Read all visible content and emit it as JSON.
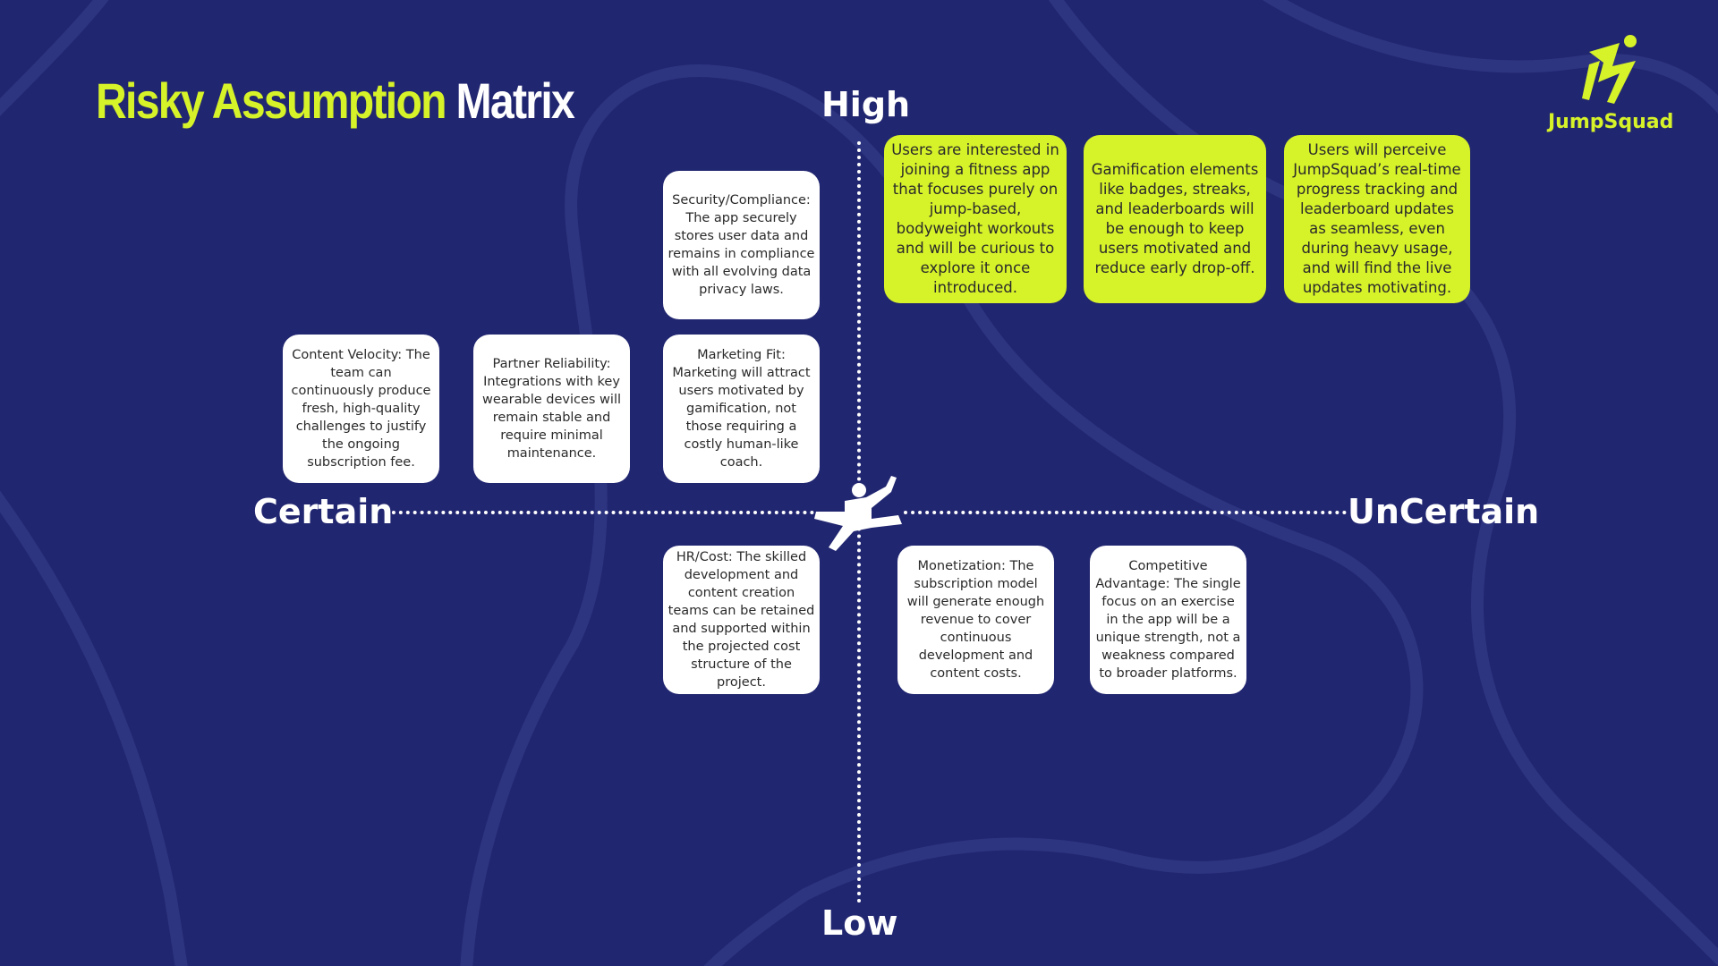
{
  "title": {
    "highlight": "Risky Assumption",
    "rest": "Matrix"
  },
  "logo": {
    "text": "JumpSquad"
  },
  "axes": {
    "top": "High",
    "bottom": "Low",
    "left": "Certain",
    "right": "UnCertain"
  },
  "colors": {
    "background": "#212670",
    "accent": "#d6f229",
    "card": "#ffffff"
  },
  "cards": {
    "security": "Security/Compliance: The app securely stores user data and remains in compliance with all evolving data privacy laws.",
    "content_velocity": "Content Velocity: The team can continuously produce fresh, high-quality challenges to justify the ongoing subscription fee.",
    "partner_reliability": "Partner Reliability: Integrations with key wearable devices will remain stable and require minimal maintenance.",
    "marketing_fit": "Marketing Fit: Marketing will attract users motivated by gamification, not those requiring a costly human-like coach.",
    "hr_cost": "HR/Cost: The skilled development and content creation teams can be retained and supported within the projected cost structure of the project.",
    "monetization": "Monetization: The subscription model will generate enough revenue to cover continuous development and content costs.",
    "competitive_advantage": "Competitive Advantage: The single focus on an exercise in the app will be a unique strength, not a weakness compared to broader platforms.",
    "user_interest": "Users are interested in joining a fitness app that focuses purely on jump-based, bodyweight workouts and will be curious to explore it once introduced.",
    "gamification": "Gamification elements like badges, streaks, and leaderboards will be enough to keep users motivated and reduce early drop-off.",
    "real_time_tracking": "Users will perceive JumpSquad’s real-time progress tracking and leaderboard updates as seamless, even during heavy usage, and will find the live updates motivating."
  }
}
